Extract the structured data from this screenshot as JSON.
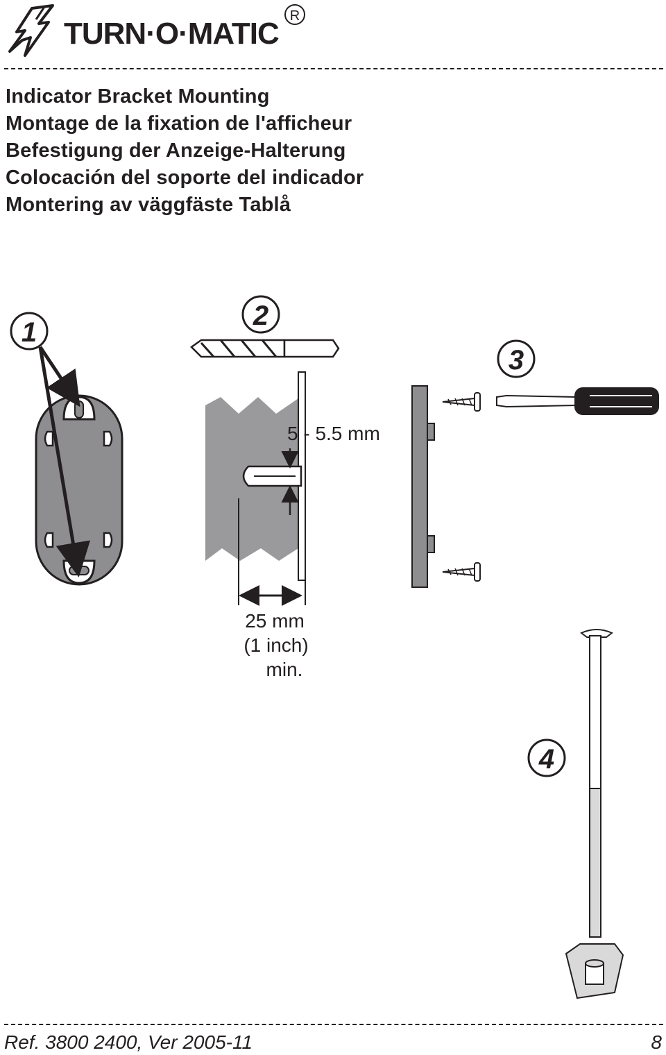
{
  "header": {
    "brand": "TURN·O·MATIC",
    "registered_mark": "R",
    "logo_icon": "lightning-hand-icon"
  },
  "titles": [
    "Indicator Bracket Mounting",
    "Montage de la fixation de l'afficheur",
    "Befestigung der Anzeige-Halterung",
    "Colocación del soporte del indicador",
    "Montering av väggfäste Tablå"
  ],
  "steps": [
    "1",
    "2",
    "3",
    "4"
  ],
  "dimensions": {
    "drill_diameter": "5 - 5.5 mm",
    "depth_line1": "25 mm",
    "depth_line2": "(1 inch)",
    "depth_line3": "min."
  },
  "footer": {
    "reference": "Ref. 3800 2400, Ver 2005-11",
    "page_number": "8"
  },
  "colors": {
    "ink": "#231f20",
    "bracket_gray": "#8e8e90",
    "wall_gray": "#9a9a9c",
    "light_gray": "#d9d9d9"
  }
}
